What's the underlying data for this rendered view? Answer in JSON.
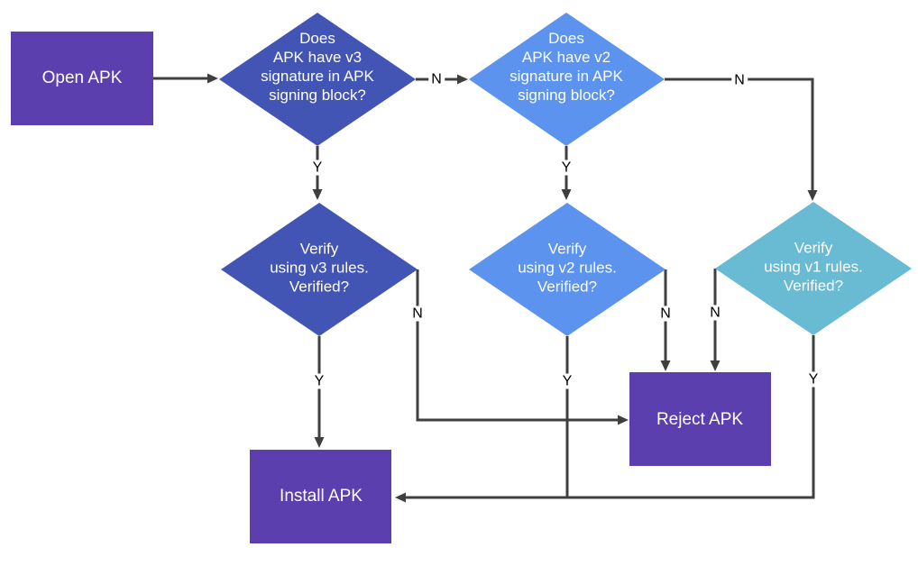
{
  "colors": {
    "line": "#3F3F3F",
    "node_text": "#FFFFFF",
    "edge_label_text": "#000000",
    "background": "#FFFFFF",
    "purple": "#5B3FAE",
    "indigo": "#4355B4",
    "blue": "#5B93EE",
    "teal": "#69BAD3"
  },
  "nodes": {
    "open_apk": {
      "shape": "rectangle",
      "fill": "#5B3FAE",
      "label": "Open APK"
    },
    "v3_signature": {
      "shape": "diamond",
      "fill": "#4355B4",
      "label": "Does\nAPK have v3\nsignature in APK\nsigning block?"
    },
    "v2_signature": {
      "shape": "diamond",
      "fill": "#5B93EE",
      "label": "Does\nAPK have v2\nsignature in APK\nsigning block?"
    },
    "verify_v3": {
      "shape": "diamond",
      "fill": "#4355B4",
      "label": "Verify\nusing v3 rules.\nVerified?"
    },
    "verify_v2": {
      "shape": "diamond",
      "fill": "#5B93EE",
      "label": "Verify\nusing v2 rules.\nVerified?"
    },
    "verify_v1": {
      "shape": "diamond",
      "fill": "#69BAD3",
      "label": "Verify\nusing v1 rules.\nVerified?"
    },
    "reject_apk": {
      "shape": "rectangle",
      "fill": "#5B3FAE",
      "label": "Reject APK"
    },
    "install_apk": {
      "shape": "rectangle",
      "fill": "#5B3FAE",
      "label": "Install APK"
    }
  },
  "edges": [
    {
      "from": "open_apk",
      "to": "v3_signature",
      "label": ""
    },
    {
      "from": "v3_signature",
      "to": "v2_signature",
      "label": "N"
    },
    {
      "from": "v3_signature",
      "to": "verify_v3",
      "label": "Y"
    },
    {
      "from": "v2_signature",
      "to": "verify_v1",
      "label": "N"
    },
    {
      "from": "v2_signature",
      "to": "verify_v2",
      "label": "Y"
    },
    {
      "from": "verify_v3",
      "to": "install_apk",
      "label": "Y"
    },
    {
      "from": "verify_v3",
      "to": "reject_apk",
      "label": "N"
    },
    {
      "from": "verify_v2",
      "to": "reject_apk",
      "label": "N"
    },
    {
      "from": "verify_v2",
      "to": "install_apk",
      "label": "Y"
    },
    {
      "from": "verify_v1",
      "to": "reject_apk",
      "label": "N"
    },
    {
      "from": "verify_v1",
      "to": "install_apk",
      "label": "Y"
    }
  ]
}
